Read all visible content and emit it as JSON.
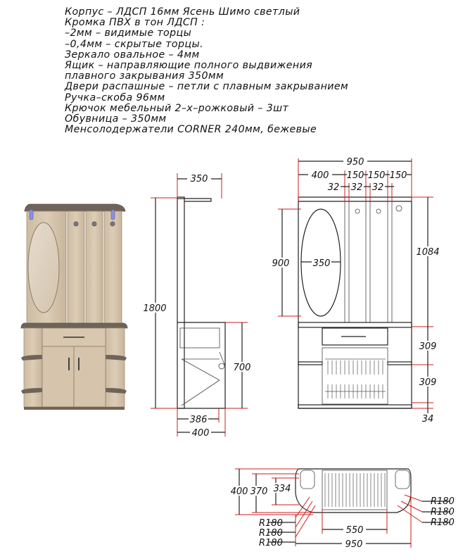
{
  "spec_lines": [
    "Корпус – ЛДСП 16мм Ясень Шимо светлый",
    "Кромка ПВХ в тон ЛДСП :",
    "–2мм – видимые торцы",
    "–0,4мм – скрытые торцы.",
    "Зеркало овальное – 4мм",
    "Ящик – направляющие полного выдвижения",
    "плавного закрывания 350мм",
    "Двери распашные – петли с плавным закрыванием",
    "Ручка–скоба 96мм",
    "Крючок мебельный 2–х–рожковый – 3шт",
    "Обувница – 350мм",
    "Менсолодержатели CORNER 240мм, бежевые"
  ],
  "side_view": {
    "depth_top": "350",
    "height_total": "1800",
    "lower_height": "700",
    "depth_inner": "386",
    "depth_bottom": "400"
  },
  "front_view": {
    "width_total": "950",
    "mirror_section": "400",
    "panel_1": "150",
    "panel_2": "150",
    "panel_3": "150",
    "gap_1": "32",
    "gap_2": "32",
    "gap_3": "32",
    "mirror_height": "900",
    "mirror_width": "350",
    "upper_height": "1084",
    "shelf_1": "309",
    "shelf_2": "309",
    "plinth": "34"
  },
  "top_view": {
    "depth_total": "400",
    "depth_mid": "370",
    "depth_inner": "334",
    "radius_left_1": "R180",
    "radius_left_2": "R180",
    "radius_left_3": "R180",
    "radius_right_1": "R180",
    "radius_right_2": "R180",
    "radius_right_3": "R180",
    "inner_width": "550",
    "width_total": "950"
  }
}
